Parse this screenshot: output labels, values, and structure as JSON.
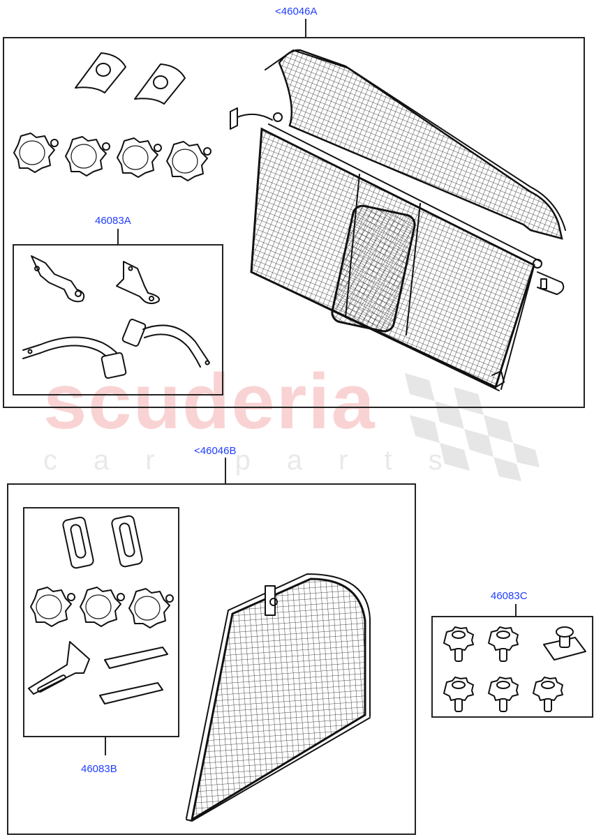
{
  "diagram": {
    "type": "exploded parts diagram",
    "subject": "Luggage compartment guard / dog guard kit",
    "accent_color": "#1f3dff",
    "line_color": "#111111",
    "watermark": {
      "main": "scuderia",
      "sub": "car parts",
      "main_color": "#f9d3d3",
      "sub_color": "#e9e9e9"
    }
  },
  "groups": [
    {
      "id": "A",
      "callout": "<46046A",
      "parts": [
        "tapered spacer plate",
        "tapered spacer plate",
        "star knob",
        "star knob",
        "star knob",
        "star knob",
        "full-width mesh guard with door"
      ],
      "subgroup": {
        "callout": "46083A",
        "parts": [
          "mounting bracket left",
          "mounting bracket right",
          "curved support arm",
          "curved support arm"
        ]
      }
    },
    {
      "id": "B",
      "callout": "<46046B",
      "parts": [
        "mesh divider panel"
      ],
      "subgroup": {
        "callout": "46083B",
        "parts": [
          "slotted plate",
          "slotted plate",
          "star knob",
          "star knob",
          "star knob",
          "slotted bracket",
          "rubber pad",
          "rubber pad"
        ]
      }
    },
    {
      "id": "C",
      "callout": "46083C",
      "parts": [
        "star knob screw",
        "star knob screw",
        "stud plate",
        "star knob screw",
        "star knob screw",
        "star knob screw"
      ]
    }
  ]
}
